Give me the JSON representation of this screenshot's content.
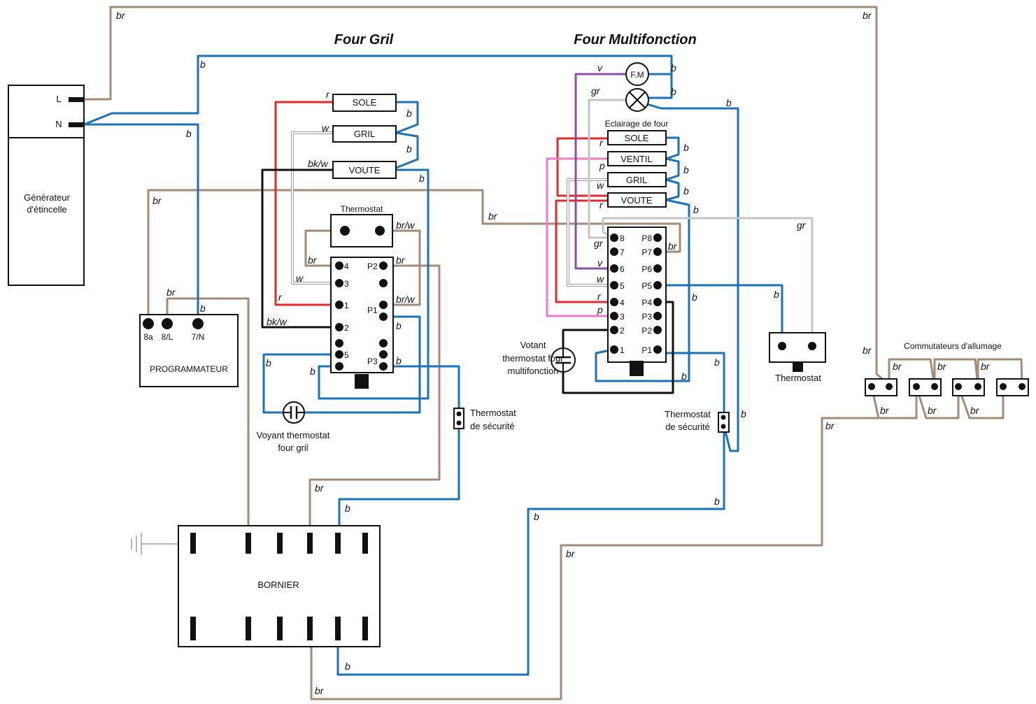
{
  "titles": {
    "four_gril": "Four Gril",
    "four_multifonction": "Four Multifonction"
  },
  "generateur": {
    "terminal_l": "L",
    "terminal_n": "N",
    "label_line1": "Générateur",
    "label_line2": "d'étincelle"
  },
  "programmateur": {
    "label": "PROGRAMMATEUR",
    "terminals": [
      "8a",
      "8/L",
      "7/N"
    ]
  },
  "four_gril": {
    "elements": [
      "SOLE",
      "GRIL",
      "VOUTE"
    ],
    "thermostat_label": "Thermostat",
    "terminals_left": [
      "4",
      "3",
      "1",
      "2",
      "5"
    ],
    "terminals_right": [
      "P2",
      "P1",
      "P3"
    ],
    "voyant_line1": "Voyant thermostat",
    "voyant_line2": "four gril",
    "securite_line1": "Thermostat",
    "securite_line2": "de sécurité"
  },
  "four_multifonction": {
    "fm_label": "F.M",
    "eclairage_label": "Eclairage de four",
    "elements": [
      "SOLE",
      "VENTIL",
      "GRIL",
      "VOUTE"
    ],
    "terminals_left": [
      "8",
      "7",
      "6",
      "5",
      "4",
      "3",
      "2",
      "1"
    ],
    "terminals_right": [
      "P8",
      "P7",
      "P6",
      "P5",
      "P4",
      "P3",
      "P2",
      "P1"
    ],
    "votant_line1": "Votant",
    "votant_line2": "thermostat four",
    "votant_line3": "multifonction",
    "securite_line1": "Thermostat",
    "securite_line2": "de sécurité",
    "thermostat_label": "Thermostat"
  },
  "bornier_label": "BORNIER",
  "commutateurs_label": "Commutateurs d'allumage",
  "wire_labels": [
    "br",
    "br",
    "b",
    "b",
    "br",
    "br",
    "br",
    "b",
    "r",
    "w",
    "bk/w",
    "b",
    "b",
    "b",
    "br/w",
    "br",
    "br",
    "w",
    "r",
    "br/w",
    "bk/w",
    "b",
    "b",
    "b",
    "b",
    "br",
    "b",
    "b",
    "br",
    "v",
    "b",
    "gr",
    "b",
    "b",
    "r",
    "p",
    "w",
    "r",
    "b",
    "b",
    "b",
    "b",
    "gr",
    "gr",
    "br",
    "v",
    "w",
    "r",
    "p",
    "b",
    "b",
    "b",
    "b",
    "b",
    "b",
    "b",
    "br",
    "br",
    "br",
    "br",
    "br",
    "br",
    "br",
    "br",
    "br"
  ],
  "wire_colors": {
    "br": "#a38b76",
    "b": "#1a72b8",
    "r": "#e02a2a",
    "p": "#f07acb",
    "v": "#8e4ea6",
    "gr": "#c4c4c4",
    "bk": "#111111"
  }
}
